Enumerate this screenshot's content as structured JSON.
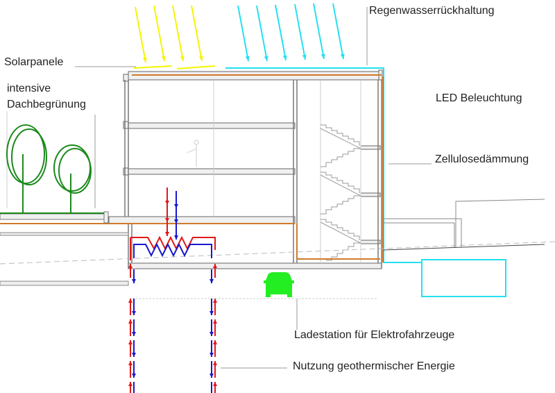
{
  "title": "Sustainable building section diagram",
  "labels": {
    "solar": "Solarpanele",
    "green_roof_line1": "intensive",
    "green_roof_line2": "Dachbegrünung",
    "rainwater": "Regenwasserrückhaltung",
    "led": "LED Beleuchtung",
    "insulation": "Zellulosedämmung",
    "ev_charging": "Ladestation für Elektrofahrzeuge",
    "geothermal": "Nutzung geothermischer Energie"
  },
  "colors": {
    "sun": "#f5f500",
    "rain": "#22e0f0",
    "insulation": "#d07a2a",
    "tree": "#1a8a1a",
    "heat_hot": "#e01818",
    "heat_cold": "#1818d0",
    "car": "#22ee22",
    "structure": "#555555",
    "light_line": "#bbbbbb"
  },
  "floors": 4,
  "elements": {
    "sun_rays": 4,
    "rain_rays": 6,
    "trees": 2,
    "geothermal_probes": 2
  }
}
